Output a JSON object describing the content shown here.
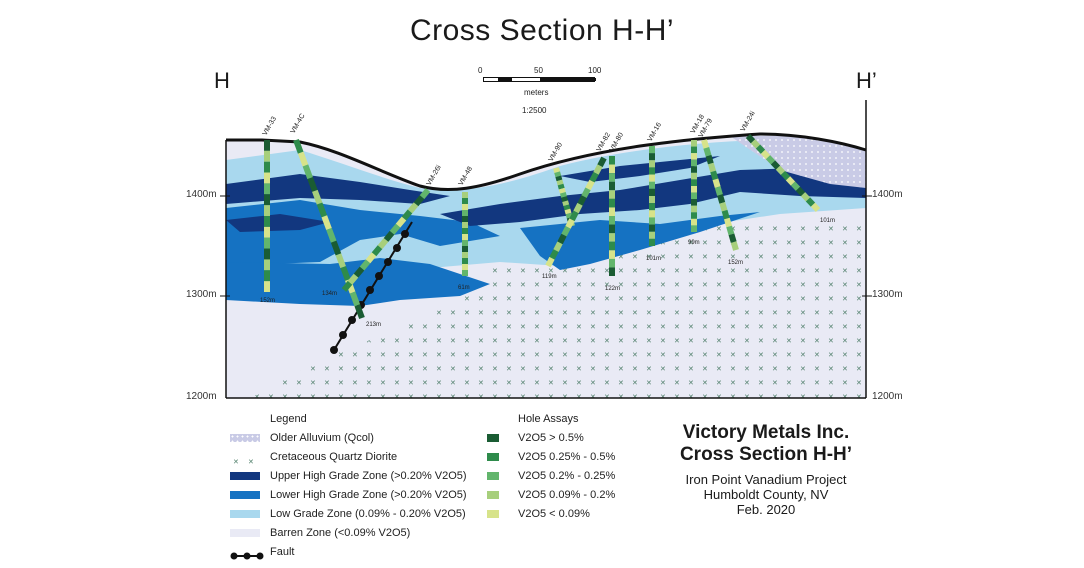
{
  "title": "Cross Section H-H’",
  "section_ends": {
    "left": "H",
    "right": "H’"
  },
  "scale_bar": {
    "ticks": [
      "0",
      "50",
      "100"
    ],
    "unit": "meters",
    "ratio": "1:2500"
  },
  "elevations": {
    "left": [
      "1400m",
      "1300m",
      "1200m"
    ],
    "right": [
      "1400m",
      "1300m",
      "1200m"
    ]
  },
  "drill_holes": [
    {
      "id": "VM-33",
      "depth": "152m"
    },
    {
      "id": "VM-4C",
      "depth": "134m"
    },
    {
      "id": "VM-26i",
      "depth": "213m"
    },
    {
      "id": "VM-48",
      "depth": "61m"
    },
    {
      "id": "VM-90",
      "depth": "119m"
    },
    {
      "id": "VM-82",
      "depth": ""
    },
    {
      "id": "VM-80",
      "depth": "122m"
    },
    {
      "id": "VM-16",
      "depth": "101m"
    },
    {
      "id": "VM-18",
      "depth": "99m"
    },
    {
      "id": "VM-79",
      "depth": "152m"
    },
    {
      "id": "VM-24i",
      "depth": "101m"
    }
  ],
  "legend": {
    "heading": "Legend",
    "items": [
      {
        "label": "Older Alluvium (Qcol)",
        "color": "#c9cbe6",
        "kind": "alluvium"
      },
      {
        "label": "Cretaceous Quartz Diorite",
        "color": "#4f7f6a",
        "kind": "diorite"
      },
      {
        "label": "Upper High Grade Zone (>0.20% V2O5)",
        "color": "#12377f",
        "kind": "solid"
      },
      {
        "label": "Lower High Grade Zone (>0.20% V2O5)",
        "color": "#1572c2",
        "kind": "solid"
      },
      {
        "label": "Low Grade Zone (0.09% - 0.20% V2O5)",
        "color": "#a9d8ee",
        "kind": "solid"
      },
      {
        "label": "Barren Zone (<0.09% V2O5)",
        "color": "#e9eaf5",
        "kind": "solid"
      },
      {
        "label": "Fault",
        "color": "#111111",
        "kind": "fault"
      }
    ]
  },
  "hole_assays": {
    "heading": "Hole Assays",
    "items": [
      {
        "label": "V2O5 > 0.5%",
        "color": "#1a5c33"
      },
      {
        "label": "V2O5 0.25% - 0.5%",
        "color": "#2e8b4b"
      },
      {
        "label": "V2O5 0.2% - 0.25%",
        "color": "#62b56c"
      },
      {
        "label": "V2O5 0.09% - 0.2%",
        "color": "#a7cf7c"
      },
      {
        "label": "V2O5 < 0.09%",
        "color": "#d7e38a"
      }
    ]
  },
  "info_block": {
    "company": "Victory Metals Inc.",
    "section": "Cross Section H-H’",
    "project": "Iron Point Vanadium Project",
    "location": "Humboldt County, NV",
    "date": "Feb. 2020"
  }
}
